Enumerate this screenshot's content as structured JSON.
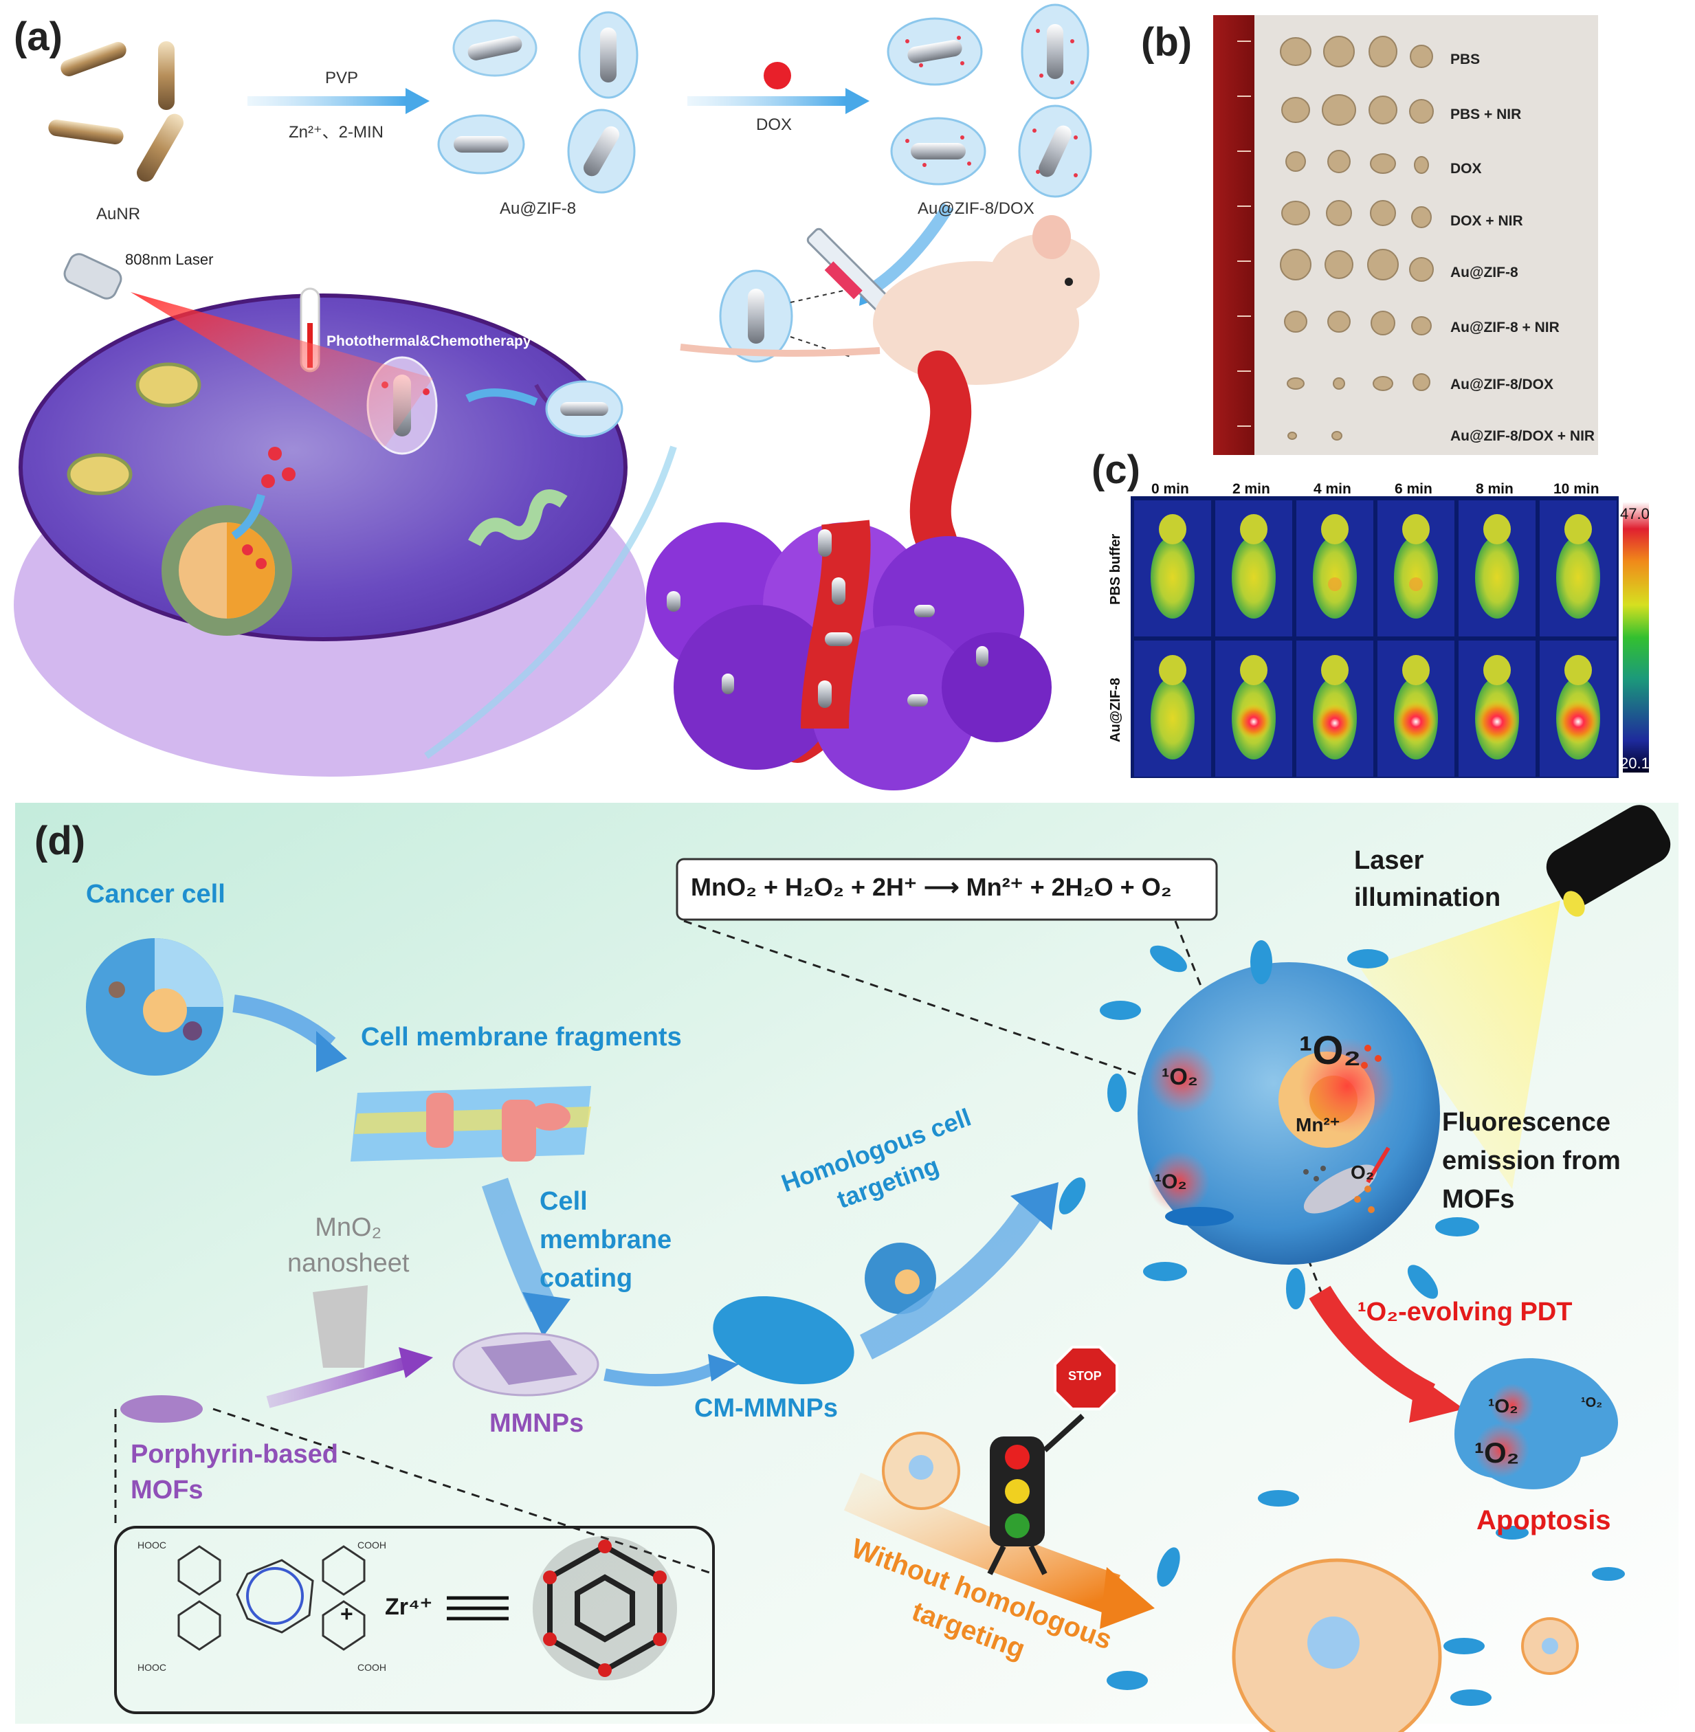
{
  "panel_labels": {
    "a": "(a)",
    "b": "(b)",
    "c": "(c)",
    "d": "(d)"
  },
  "panel_a": {
    "step1_top": "PVP",
    "step1_bottom": "Zn²⁺、2-MIN",
    "step2": "DOX",
    "auNR": "AuNR",
    "au_zif8": "Au@ZIF-8",
    "au_zif8_dox": "Au@ZIF-8/DOX",
    "laser": "808nm Laser",
    "therapy": "Photothermal&Chemotherapy"
  },
  "panel_b": {
    "groups": [
      "PBS",
      "PBS + NIR",
      "DOX",
      "DOX + NIR",
      "Au@ZIF-8",
      "Au@ZIF-8 + NIR",
      "Au@ZIF-8/DOX",
      "Au@ZIF-8/DOX + NIR"
    ]
  },
  "panel_c": {
    "times": [
      "0 min",
      "2 min",
      "4 min",
      "6 min",
      "8 min",
      "10 min"
    ],
    "rows": [
      "PBS buffer",
      "Au@ZIF-8"
    ],
    "scale_max": "47.0",
    "scale_min": "20.1"
  },
  "panel_d": {
    "cancer_cell": "Cancer cell",
    "fragments": "Cell membrane fragments",
    "coating_1": "Cell",
    "coating_2": "membrane",
    "coating_3": "coating",
    "mno2_1": "MnO₂",
    "mno2_2": "nanosheet",
    "mmnps": "MMNPs",
    "porphyrin_1": "Porphyrin-based",
    "porphyrin_2": "MOFs",
    "cm_mmnps": "CM-MMNPs",
    "homologous_1": "Homologous cell",
    "homologous_2": "targeting",
    "equation": "MnO₂ + H₂O₂ + 2H⁺ ⟶ Mn²⁺ + 2H₂O + O₂",
    "laser_1": "Laser",
    "laser_2": "illumination",
    "fluor_1": "Fluorescence",
    "fluor_2": "emission from",
    "fluor_3": "MOFs",
    "singlet_big": "¹O₂",
    "singlet_small": "¹O₂",
    "mn2": "Mn²⁺",
    "o2": "O₂",
    "pdt": "¹O₂-evolving PDT",
    "apoptosis": "Apoptosis",
    "without_1": "Without homologous",
    "without_2": "targeting",
    "stop": "STOP",
    "hooc": "HOOC",
    "cooh": "COOH",
    "zr": "Zr⁴⁺",
    "plus": "+"
  },
  "colors": {
    "accent_blue": "#1f8fcf",
    "accent_purple": "#9050b8",
    "accent_red": "#e41b1b",
    "accent_orange": "#f08a24"
  }
}
